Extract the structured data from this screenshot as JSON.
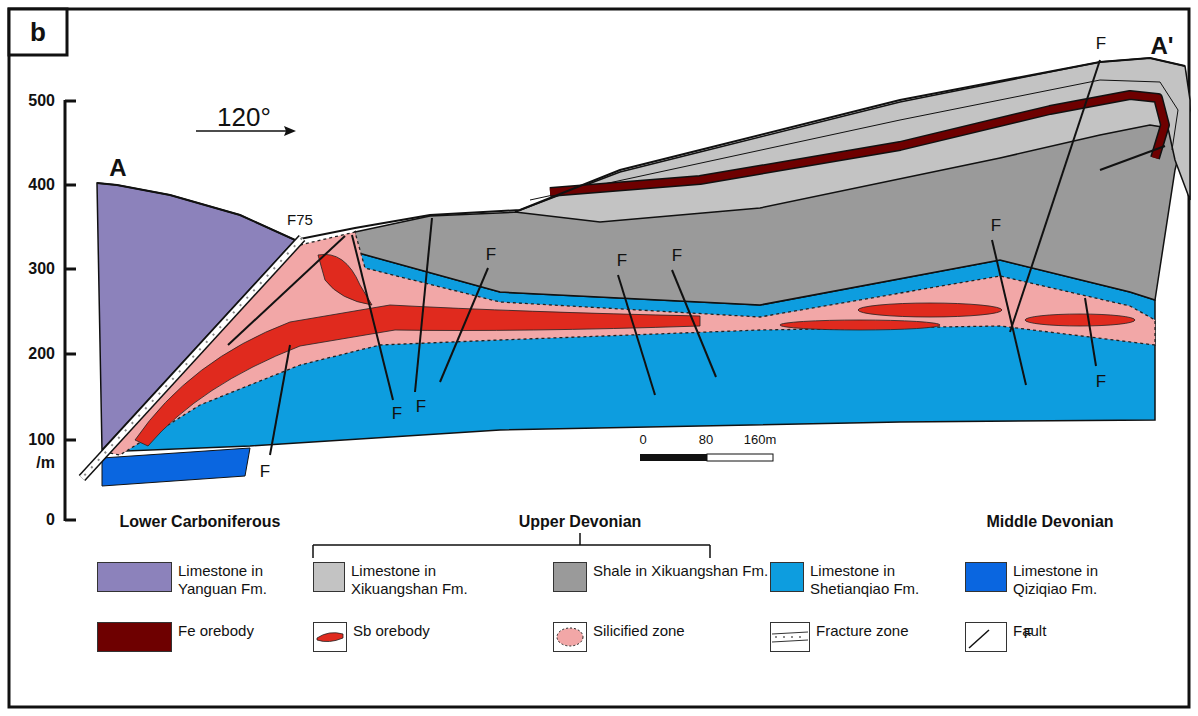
{
  "diagram": {
    "labels": [
      "b",
      "120°",
      "A",
      "A'",
      "500",
      "400",
      "300",
      "200",
      "100",
      "/m",
      "0",
      "F75",
      "F",
      "F",
      "F",
      "F",
      "F",
      "F",
      "F",
      "F",
      "F",
      "0",
      "80",
      "160m",
      "Lower Carboniferous",
      "Upper Devonian",
      "Middle Devonian",
      "F"
    ],
    "legend": [
      {
        "text": "Limestone in Yanguan Fm.",
        "color": "#8c82bb"
      },
      {
        "text": "Limestone in Xikuangshan Fm.",
        "color": "#c3c3c3"
      },
      {
        "text": "Shale in Xikuangshan Fm.",
        "color": "#9a9a9a"
      },
      {
        "text": "Limestone in Shetianqiao Fm.",
        "color": "#0d9ddf"
      },
      {
        "text": "Limestone in Qiziqiao Fm.",
        "color": "#0a66e0"
      },
      {
        "text": "Fe orebody",
        "color": "#6e0000"
      },
      {
        "text": "Sb orebody"
      },
      {
        "text": "Silicified zone"
      },
      {
        "text": "Fracture zone"
      },
      {
        "text": "Fault"
      }
    ]
  }
}
